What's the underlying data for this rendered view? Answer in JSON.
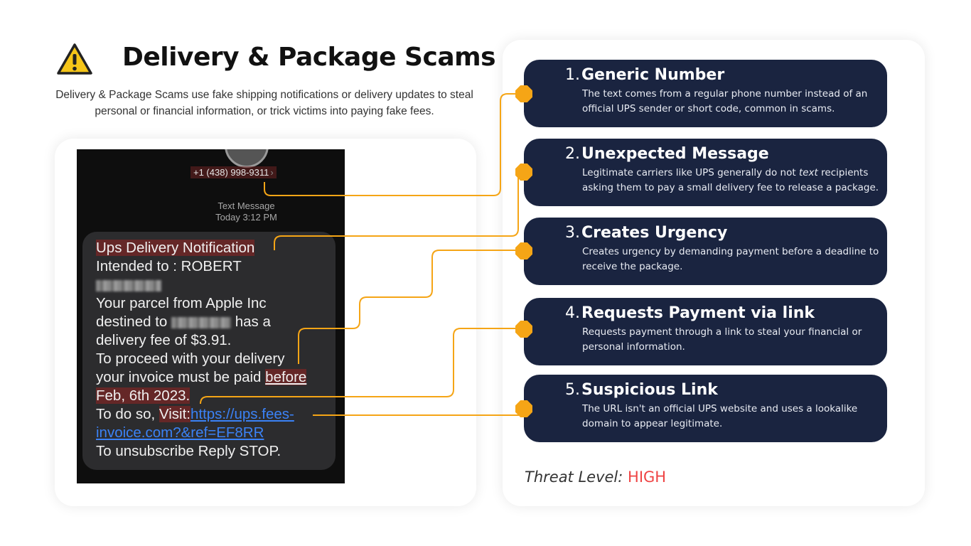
{
  "header": {
    "title": "Delivery & Package Scams",
    "description": "Delivery & Package Scams use fake shipping notifications or delivery updates to steal personal or financial information, or trick victims into paying fake fees.",
    "icon": "warning-triangle-icon"
  },
  "message": {
    "sender": "+1 (438) 998-9311",
    "type": "Text Message",
    "time": "Today 3:12 PM",
    "lines": {
      "l1": "Ups Delivery Notification",
      "l2": "Intended to : ROBERT",
      "l4": "Your parcel from Apple Inc",
      "l5a": "destined to",
      "l5b": "has a",
      "l6": "delivery fee of $3.91.",
      "l7": "To proceed with your delivery",
      "l8a": "your invoice must be paid",
      "l8b": "before",
      "l9": "Feb, 6th 2023.",
      "l10a": "To do so,",
      "l10b": "Visit:",
      "l10c": "https://ups.fees-",
      "l11": "invoice.com?&ref=EF8RR",
      "l12": "To unsubscribe Reply STOP."
    }
  },
  "steps": [
    {
      "number": "1.",
      "title": "Generic Number",
      "desc": "The text comes from a regular phone number instead of an official UPS sender or short code, common in scams."
    },
    {
      "number": "2.",
      "title": "Unexpected Message",
      "desc_a": "Legitimate carriers like UPS generally do not",
      "desc_em": "text",
      "desc_b": "recipients asking them to pay a small delivery fee to release a package."
    },
    {
      "number": "3.",
      "title": "Creates Urgency",
      "desc": "Creates urgency by demanding payment before a deadline to receive the package."
    },
    {
      "number": "4.",
      "title": "Requests Payment via link",
      "desc": "Requests payment through a link to steal your financial or personal information."
    },
    {
      "number": "5.",
      "title": "Suspicious Link",
      "desc": "The URL isn't an official UPS website and uses a lookalike domain to appear legitimate."
    }
  ],
  "threat": {
    "label": "Threat Level:",
    "value": "HIGH"
  },
  "colors": {
    "accent": "#f5a516",
    "card_bg": "#1a2440",
    "threat": "#ef4444"
  }
}
